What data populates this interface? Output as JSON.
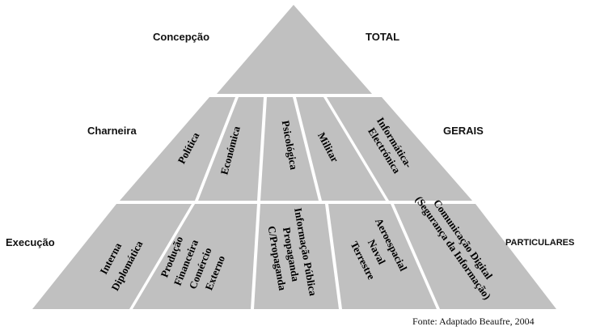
{
  "side_labels": {
    "left": [
      "Concepção",
      "Charneira",
      "Execução"
    ],
    "right": [
      "TOTAL",
      "GERAIS",
      "PARTICULARES"
    ]
  },
  "tiers": {
    "middle": [
      [
        "Política"
      ],
      [
        "Económica"
      ],
      [
        "Psicológica"
      ],
      [
        "Militar"
      ],
      [
        "Informática-",
        "Electrónica"
      ]
    ],
    "bottom": [
      [
        "Interna",
        "Diplomática"
      ],
      [
        "Produção",
        "Financeira",
        "Comércio",
        "Externo"
      ],
      [
        "Informação Pública",
        "Propaganda",
        "C/Propaganda"
      ],
      [
        "Aeroespacial",
        "Naval",
        "Terrestre"
      ],
      [
        "Comunicação Digital",
        "(Segurança da Informação)"
      ]
    ]
  },
  "source": "Fonte: Adaptado Beaufre, 2004",
  "colors": {
    "fill": "#c0c0c0",
    "separator": "#ffffff",
    "text": "#000000"
  }
}
